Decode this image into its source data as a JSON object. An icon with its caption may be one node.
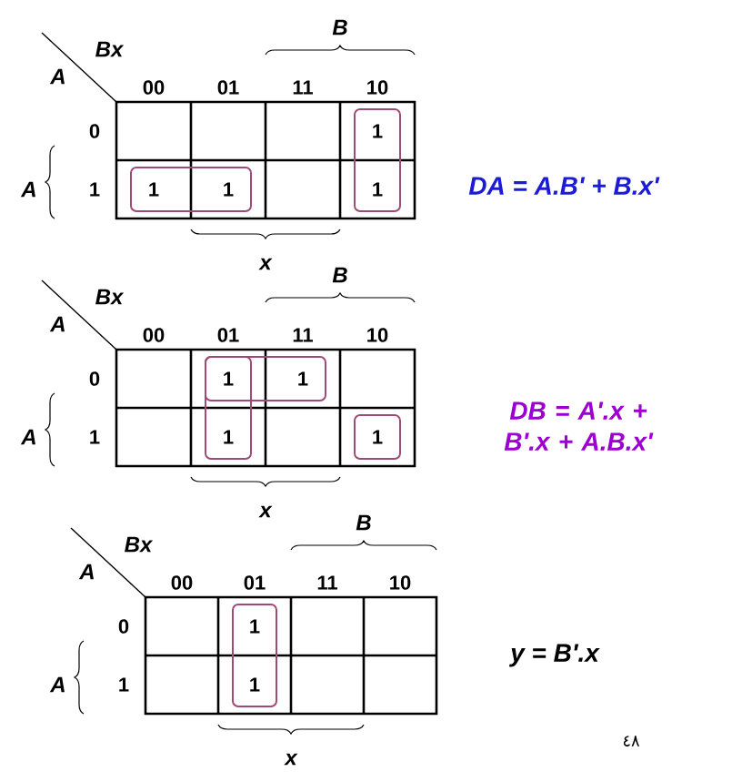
{
  "diagram": {
    "labels": [
      "B",
      "Bx",
      "A",
      "00",
      "01",
      "11",
      "10",
      "0",
      "1",
      "A",
      "1",
      "1",
      "1",
      "1",
      "DA = A.B' + B.x'",
      "x",
      "B",
      "Bx",
      "A",
      "00",
      "01",
      "11",
      "10",
      "0",
      "1",
      "1",
      "A",
      "1",
      "1",
      "1",
      "DB = A'.x + B'.x + A.B.x'",
      "x",
      "B",
      "Bx",
      "A",
      "00",
      "01",
      "11",
      "10",
      "0",
      "1",
      "A",
      "1",
      "1",
      "y = B'.x",
      "x",
      "٤٨"
    ]
  }
}
